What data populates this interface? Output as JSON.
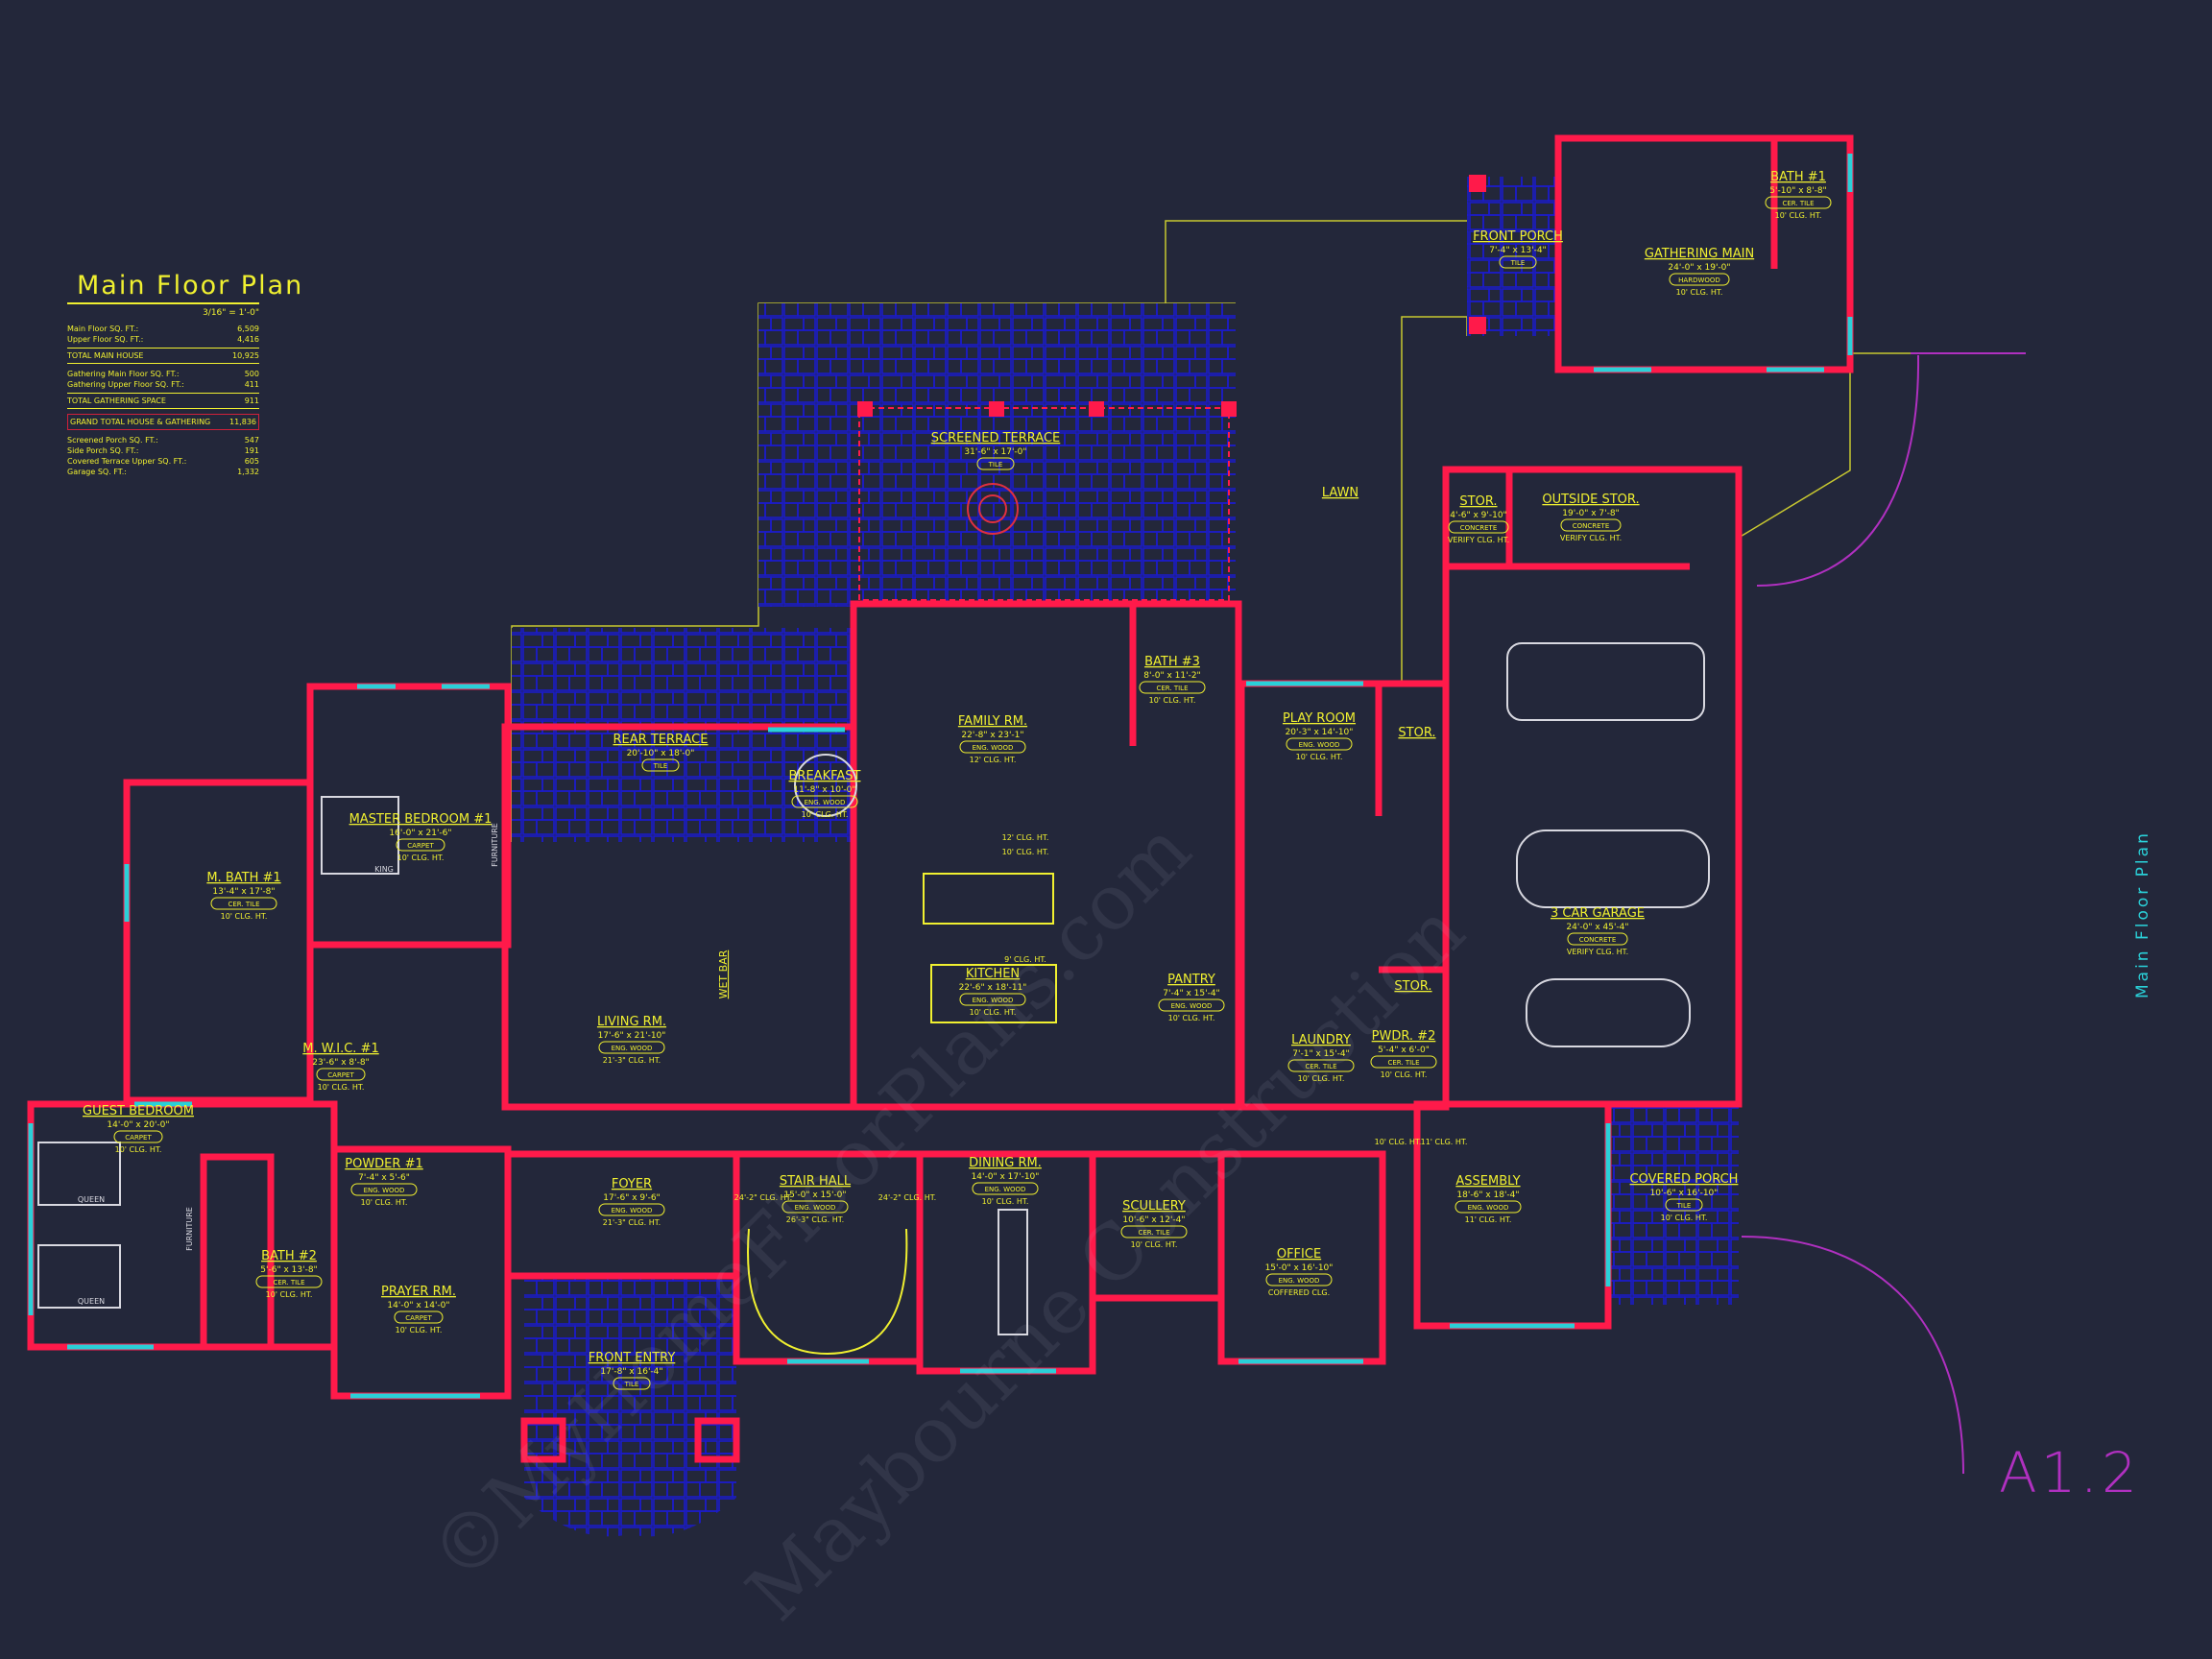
{
  "legend": {
    "title": "Main Floor Plan",
    "scale": "3/16\" = 1'-0\"",
    "rows": [
      {
        "label": "Main Floor SQ. FT.:",
        "value": "6,509"
      },
      {
        "label": "Upper Floor SQ. FT.:",
        "value": "4,416"
      },
      {
        "label": "TOTAL MAIN HOUSE",
        "value": "10,925"
      },
      {
        "label": "Gathering Main Floor SQ. FT.:",
        "value": "500"
      },
      {
        "label": "Gathering Upper Floor SQ. FT.:",
        "value": "411"
      },
      {
        "label": "TOTAL GATHERING SPACE",
        "value": "911"
      },
      {
        "label": "GRAND TOTAL HOUSE & GATHERING",
        "value": "11,836"
      },
      {
        "label": "Screened Porch SQ. FT.:",
        "value": "547"
      },
      {
        "label": "Side Porch SQ. FT.:",
        "value": "191"
      },
      {
        "label": "Covered Terrace Upper SQ. FT.:",
        "value": "605"
      },
      {
        "label": "Garage SQ. FT.:",
        "value": "1,332"
      }
    ]
  },
  "side_title": "Main Floor Plan",
  "sheet_number": "A1.2",
  "watermark": [
    "©MyHomeFloorPlans.com",
    "Maybourne Construction"
  ],
  "colors": {
    "background": "#23273a",
    "walls": "#ff1a4a",
    "text": "#f0f030",
    "tile": "#1a1ad0",
    "windows": "#2ad0d8",
    "fixtures": "#d8d8e0",
    "sheet": "#b030c0"
  },
  "rooms": [
    {
      "name": "SCREENED TERRACE",
      "dims": "31'-6\" x 17'-0\"",
      "finish": "TILE",
      "ceiling": ""
    },
    {
      "name": "GATHERING MAIN",
      "dims": "24'-0\" x 19'-0\"",
      "finish": "HARDWOOD",
      "ceiling": "10' CLG. HT."
    },
    {
      "name": "BATH #1",
      "dims": "5'-10\" x 8'-8\"",
      "finish": "CER. TILE",
      "ceiling": "10' CLG. HT."
    },
    {
      "name": "FRONT PORCH",
      "dims": "7'-4\" x 13'-4\"",
      "finish": "TILE",
      "ceiling": ""
    },
    {
      "name": "LAWN",
      "dims": "",
      "finish": "",
      "ceiling": ""
    },
    {
      "name": "STOR.",
      "dims": "4'-6\" x 9'-10\"",
      "finish": "CONCRETE",
      "ceiling": "VERIFY CLG. HT."
    },
    {
      "name": "OUTSIDE STOR.",
      "dims": "19'-0\" x 7'-8\"",
      "finish": "CONCRETE",
      "ceiling": "VERIFY CLG. HT."
    },
    {
      "name": "FAMILY RM.",
      "dims": "22'-8\" x 23'-1\"",
      "finish": "ENG. WOOD",
      "ceiling": "12' CLG. HT."
    },
    {
      "name": "BATH #3",
      "dims": "8'-0\" x 11'-2\"",
      "finish": "CER. TILE",
      "ceiling": "10' CLG. HT."
    },
    {
      "name": "PLAY ROOM",
      "dims": "20'-3\" x 14'-10\"",
      "finish": "ENG. WOOD",
      "ceiling": "10' CLG. HT."
    },
    {
      "name": "STOR.",
      "dims": "",
      "finish": "",
      "ceiling": ""
    },
    {
      "name": "BREAKFAST",
      "dims": "11'-8\" x 10'-0\"",
      "finish": "ENG. WOOD",
      "ceiling": "10' CLG. HT."
    },
    {
      "name": "REAR TERRACE",
      "dims": "20'-10\" x 18'-0\"",
      "finish": "TILE",
      "ceiling": ""
    },
    {
      "name": "MASTER BEDROOM #1",
      "dims": "16'-0\" x 21'-6\"",
      "finish": "CARPET",
      "ceiling": "10' CLG. HT."
    },
    {
      "name": "M. BATH #1",
      "dims": "13'-4\" x 17'-8\"",
      "finish": "CER. TILE",
      "ceiling": "10' CLG. HT."
    },
    {
      "name": "M. W.I.C. #1",
      "dims": "23'-6\" x 8'-8\"",
      "finish": "CARPET",
      "ceiling": "10' CLG. HT."
    },
    {
      "name": "LIVING RM.",
      "dims": "17'-6\" x 21'-10\"",
      "finish": "ENG. WOOD",
      "ceiling": "21'-3\" CLG. HT."
    },
    {
      "name": "KITCHEN",
      "dims": "22'-6\" x 18'-11\"",
      "finish": "ENG. WOOD",
      "ceiling": "10' CLG. HT."
    },
    {
      "name": "PANTRY",
      "dims": "7'-4\" x 15'-4\"",
      "finish": "ENG. WOOD",
      "ceiling": "10' CLG. HT."
    },
    {
      "name": "LAUNDRY",
      "dims": "7'-1\" x 15'-4\"",
      "finish": "CER. TILE",
      "ceiling": "10' CLG. HT."
    },
    {
      "name": "STOR.",
      "dims": "",
      "finish": "",
      "ceiling": ""
    },
    {
      "name": "PWDR. #2",
      "dims": "5'-4\" x 6'-0\"",
      "finish": "CER. TILE",
      "ceiling": "10' CLG. HT."
    },
    {
      "name": "3 CAR GARAGE",
      "dims": "24'-0\" x 45'-4\"",
      "finish": "CONCRETE",
      "ceiling": "VERIFY CLG. HT."
    },
    {
      "name": "GUEST BEDROOM",
      "dims": "14'-0\" x 20'-0\"",
      "finish": "CARPET",
      "ceiling": "10' CLG. HT."
    },
    {
      "name": "POWDER #1",
      "dims": "7'-4\" x 5'-6\"",
      "finish": "ENG. WOOD",
      "ceiling": "10' CLG. HT."
    },
    {
      "name": "BATH #2",
      "dims": "5'-6\" x 13'-8\"",
      "finish": "CER. TILE",
      "ceiling": "10' CLG. HT."
    },
    {
      "name": "PRAYER RM.",
      "dims": "14'-0\" x 14'-0\"",
      "finish": "CARPET",
      "ceiling": "10' CLG. HT."
    },
    {
      "name": "FOYER",
      "dims": "17'-6\" x 9'-6\"",
      "finish": "ENG. WOOD",
      "ceiling": "21'-3\" CLG. HT."
    },
    {
      "name": "STAIR HALL",
      "dims": "15'-0\" x 15'-0\"",
      "finish": "ENG. WOOD",
      "ceiling": "26'-3\" CLG. HT."
    },
    {
      "name": "DINING RM.",
      "dims": "14'-0\" x 17'-10\"",
      "finish": "ENG. WOOD",
      "ceiling": "10' CLG. HT."
    },
    {
      "name": "SCULLERY",
      "dims": "10'-6\" x 12'-4\"",
      "finish": "CER. TILE",
      "ceiling": "10' CLG. HT."
    },
    {
      "name": "OFFICE",
      "dims": "15'-0\" x 16'-10\"",
      "finish": "ENG. WOOD",
      "ceiling": "COFFERED CLG."
    },
    {
      "name": "ASSEMBLY",
      "dims": "18'-6\" x 18'-4\"",
      "finish": "ENG. WOOD",
      "ceiling": "11' CLG. HT."
    },
    {
      "name": "COVERED PORCH",
      "dims": "10'-6\" x 16'-10\"",
      "finish": "TILE",
      "ceiling": "10' CLG. HT."
    },
    {
      "name": "FRONT ENTRY",
      "dims": "17'-8\" x 16'-4\"",
      "finish": "TILE",
      "ceiling": ""
    },
    {
      "name": "WET BAR",
      "dims": "",
      "finish": "",
      "ceiling": ""
    }
  ],
  "notes": [
    "12' CLG. HT.",
    "10' CLG. HT.",
    "9' CLG. HT.",
    "24'-2\" CLG. HT.",
    "24'-2\" CLG. HT.",
    "10' CLG. HT.",
    "11' CLG. HT."
  ],
  "fixture_labels": [
    "KING",
    "QUEEN",
    "QUEEN",
    "FURNITURE",
    "FURNITURE"
  ]
}
